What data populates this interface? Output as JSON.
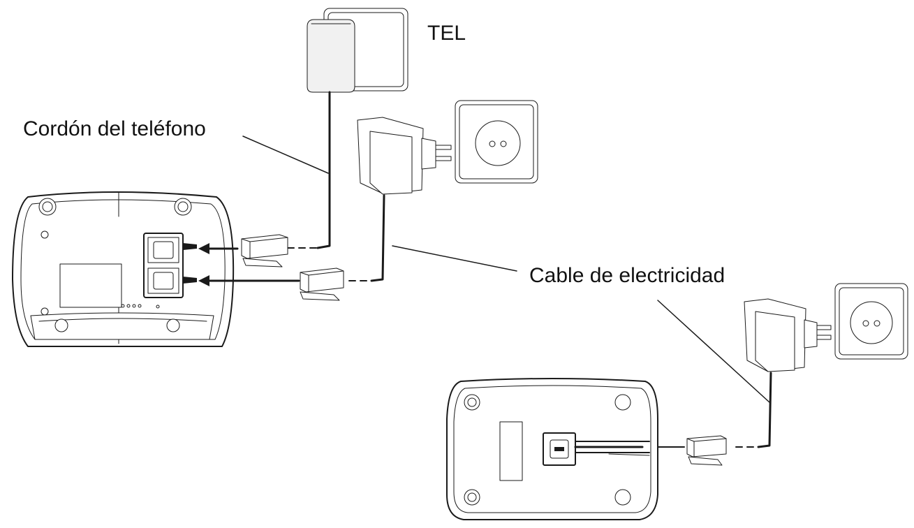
{
  "diagram": {
    "labels": {
      "tel": "TEL",
      "phone_cord": "Cordón del teléfono",
      "power_cable": "Cable de electricidad"
    },
    "colors": {
      "line": "#1a1a1a",
      "background": "#ffffff"
    }
  }
}
